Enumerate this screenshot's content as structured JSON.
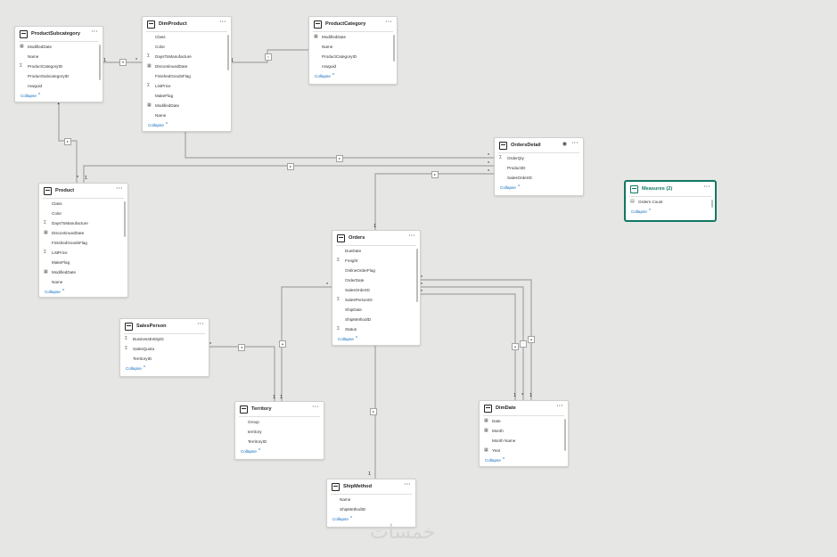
{
  "collapse_label": "Collapse",
  "tables": {
    "productsubcategory": {
      "title": "ProductSubcategory",
      "fields": [
        {
          "name": "ModifiedDate",
          "icon": "calendar-icon"
        },
        {
          "name": "Name",
          "icon": ""
        },
        {
          "name": "ProductCategoryID",
          "icon": "sigma-icon"
        },
        {
          "name": "ProductSubcategoryID",
          "icon": ""
        },
        {
          "name": "rowguid",
          "icon": ""
        }
      ]
    },
    "dimproduct": {
      "title": "DimProduct",
      "fields": [
        {
          "name": "Class",
          "icon": ""
        },
        {
          "name": "Color",
          "icon": ""
        },
        {
          "name": "DaysToManufacture",
          "icon": "sigma-icon"
        },
        {
          "name": "DiscontinuedDate",
          "icon": "calendar-icon"
        },
        {
          "name": "FinishedGoodsFlag",
          "icon": ""
        },
        {
          "name": "ListPrice",
          "icon": "sigma-icon"
        },
        {
          "name": "MakeFlag",
          "icon": ""
        },
        {
          "name": "ModifiedDate",
          "icon": "calendar-icon"
        },
        {
          "name": "Name",
          "icon": ""
        }
      ]
    },
    "productcategory": {
      "title": "ProductCategory",
      "fields": [
        {
          "name": "ModifiedDate",
          "icon": "calendar-icon"
        },
        {
          "name": "Name",
          "icon": ""
        },
        {
          "name": "ProductCategoryID",
          "icon": ""
        },
        {
          "name": "rowguid",
          "icon": ""
        }
      ]
    },
    "ordersdetail": {
      "title": "OrdersDetail",
      "fields": [
        {
          "name": "OrderQty",
          "icon": "sigma-icon"
        },
        {
          "name": "ProductID",
          "icon": ""
        },
        {
          "name": "SalesOrderID",
          "icon": ""
        }
      ]
    },
    "measures": {
      "title": "Measures (2)",
      "fields": [
        {
          "name": "Orders Count",
          "icon": "calculator-icon"
        }
      ]
    },
    "product": {
      "title": "Product",
      "fields": [
        {
          "name": "Class",
          "icon": ""
        },
        {
          "name": "Color",
          "icon": ""
        },
        {
          "name": "DaysToManufacture",
          "icon": "sigma-icon"
        },
        {
          "name": "DiscontinuedDate",
          "icon": "calendar-icon"
        },
        {
          "name": "FinishedGoodsFlag",
          "icon": ""
        },
        {
          "name": "ListPrice",
          "icon": "sigma-icon"
        },
        {
          "name": "MakeFlag",
          "icon": ""
        },
        {
          "name": "ModifiedDate",
          "icon": "calendar-icon"
        },
        {
          "name": "Name",
          "icon": ""
        }
      ]
    },
    "orders": {
      "title": "Orders",
      "fields": [
        {
          "name": "DueDate",
          "icon": ""
        },
        {
          "name": "Freight",
          "icon": "sigma-icon"
        },
        {
          "name": "OnlineOrderFlag",
          "icon": ""
        },
        {
          "name": "OrderDate",
          "icon": ""
        },
        {
          "name": "SalesOrderID",
          "icon": ""
        },
        {
          "name": "SalesPersonID",
          "icon": "sigma-icon"
        },
        {
          "name": "ShipDate",
          "icon": ""
        },
        {
          "name": "ShipMethodID",
          "icon": ""
        },
        {
          "name": "Status",
          "icon": "sigma-icon"
        }
      ]
    },
    "salesperson": {
      "title": "SalesPerson",
      "fields": [
        {
          "name": "BusinessEntityID",
          "icon": "sigma-icon"
        },
        {
          "name": "SalesQuota",
          "icon": "sigma-icon"
        },
        {
          "name": "TerritoryID",
          "icon": ""
        }
      ]
    },
    "territory": {
      "title": "Territory",
      "fields": [
        {
          "name": "Group",
          "icon": ""
        },
        {
          "name": "territory",
          "icon": ""
        },
        {
          "name": "TerritoryID",
          "icon": ""
        }
      ]
    },
    "dimdate": {
      "title": "DimDate",
      "fields": [
        {
          "name": "Date",
          "icon": "calendar-icon"
        },
        {
          "name": "Month",
          "icon": "calendar-icon"
        },
        {
          "name": "Month Name",
          "icon": ""
        },
        {
          "name": "Year",
          "icon": "calendar-icon"
        }
      ]
    },
    "shipmethod": {
      "title": "ShipMethod",
      "fields": [
        {
          "name": "Name",
          "icon": ""
        },
        {
          "name": "ShipMethodID",
          "icon": ""
        }
      ]
    }
  },
  "cardinality": {
    "one": "1",
    "many": "*"
  },
  "icons": {
    "sigma-icon": "Σ",
    "calendar-icon": "▦",
    "calculator-icon": "▤",
    "more-icon": "···",
    "eye-icon": "◉"
  },
  "colors": {
    "selected_border": "#117865",
    "link": "#0f6cbd",
    "line": "#a3a3a3",
    "canvas": "#e6e6e4"
  },
  "watermark": "خمسات"
}
